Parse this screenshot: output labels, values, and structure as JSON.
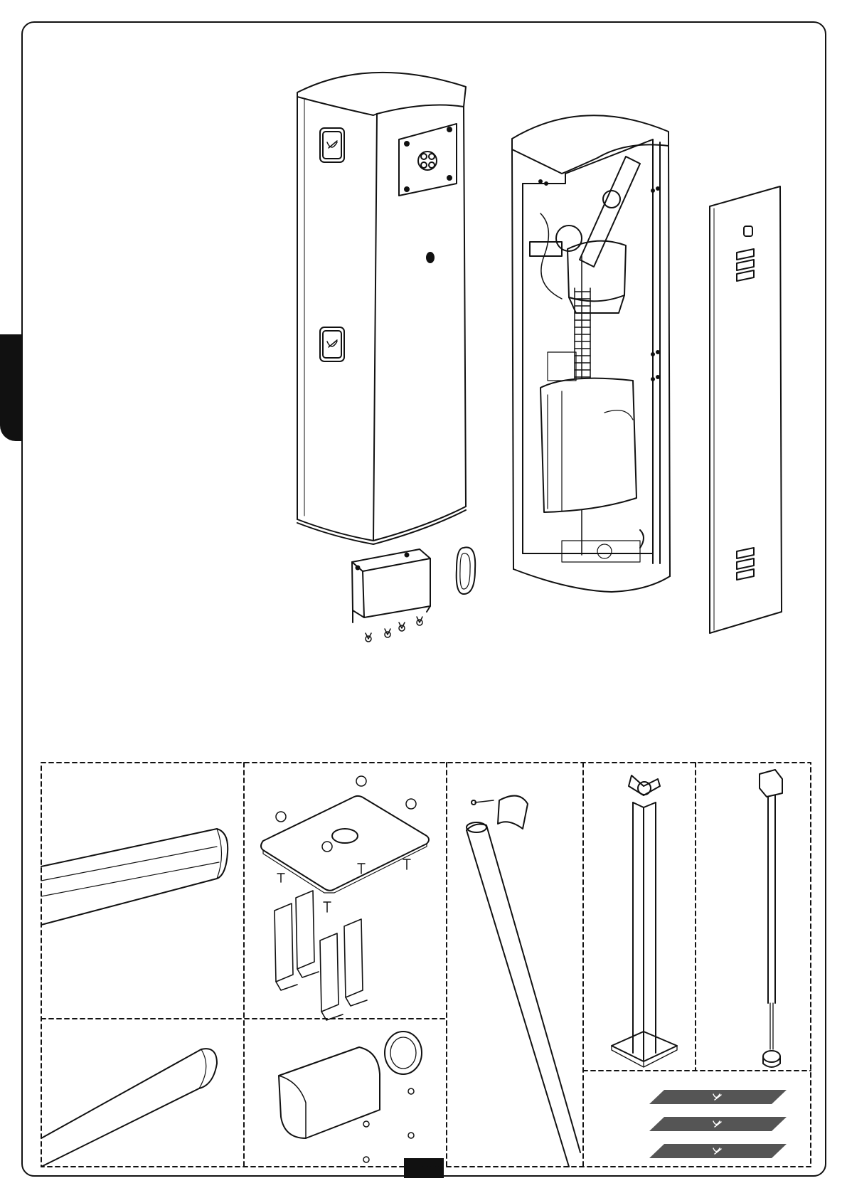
{
  "page": {
    "page_number": ""
  },
  "figures": {
    "main": [
      "barrier-cabinet-cover",
      "barrier-cabinet-open",
      "side-door-panel",
      "junction-box",
      "cover-seal"
    ],
    "accessories": [
      "rectangular-boom",
      "anchor-plate-kit",
      "boom-holder-cover",
      "round-boom",
      "fork-rest-post",
      "pendant-support-leg",
      "reflective-stickers"
    ]
  },
  "colors": {
    "line": "#111111",
    "sticker": "#555555",
    "tab": "#111111"
  }
}
